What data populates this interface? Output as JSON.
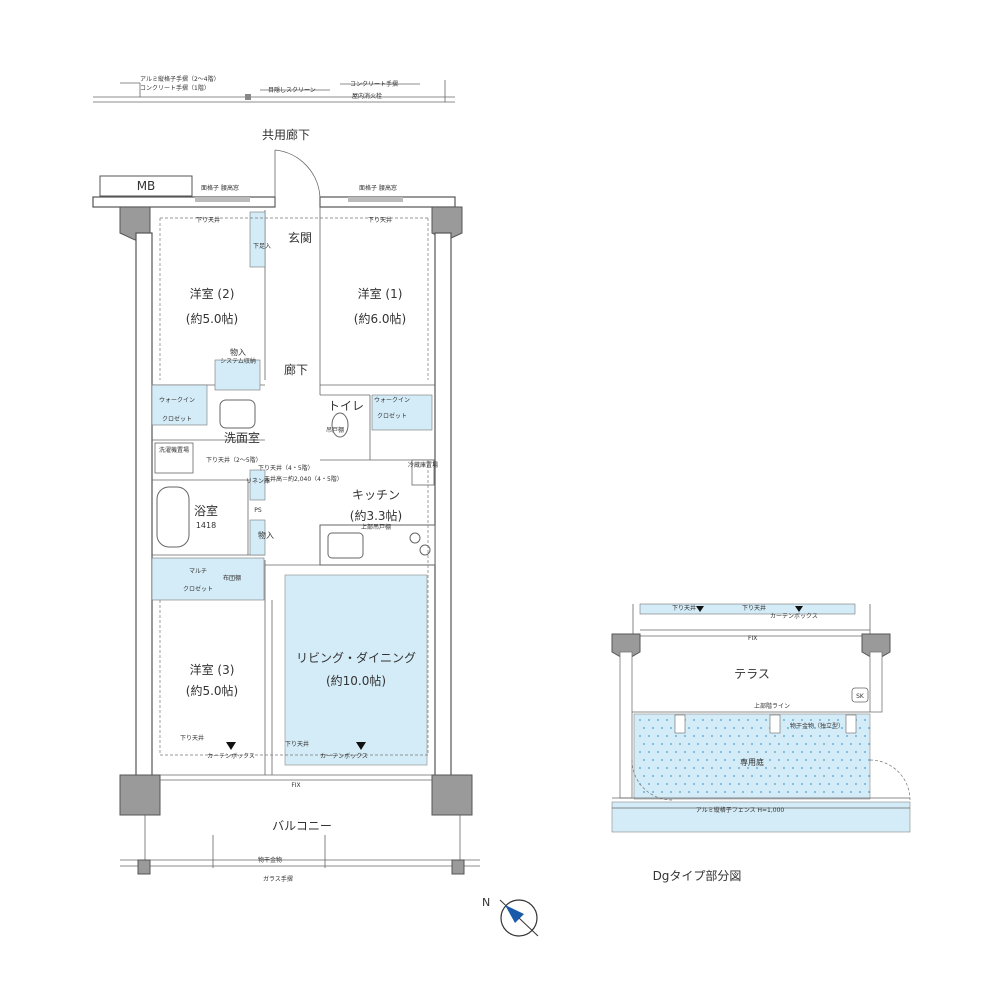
{
  "header": {
    "aluminum_railing": "アルミ縦格子手摺（2～4階）",
    "concrete_railing_1f": "コンクリート手摺（1階）",
    "screen": "目隠しスクリーン",
    "concrete_railing": "コンクリート手摺",
    "hydrant": "屋内消火栓"
  },
  "plan": {
    "corridor": "共用廊下",
    "mb": "MB",
    "window_grille_left": "面格子\n腰高窓",
    "window_grille_right": "面格子\n腰高窓",
    "entrance": "玄関",
    "shoe_box": "下足入",
    "bedroom2": "洋室 (2)",
    "bedroom2_size": "(約5.0帖)",
    "bedroom1": "洋室 (1)",
    "bedroom1_size": "(約6.0帖)",
    "hallway": "廊下",
    "storage": "物入",
    "storage_note": "システム収納",
    "walkin_left": "ウォークイン",
    "closet_left": "クロゼット",
    "washroom": "洗面室",
    "toilet": "トイレ",
    "toilet_shelf": "吊戸棚",
    "walkin_right": "ウォークイン",
    "closet_right": "クロゼット",
    "fridge": "冷蔵庫置場",
    "laundry": "洗濯機置場",
    "bath": "浴室",
    "bath_size": "1418",
    "linen": "リネン庫",
    "ps": "PS",
    "kitchen": "キッチン",
    "kitchen_size": "(約3.3帖)",
    "kitchen_shelf": "上部吊戸棚",
    "storage2": "物入",
    "multi": "マルチ",
    "multi_closet": "クロゼット",
    "futon": "布団棚",
    "living": "リビング・ダイニング",
    "living_size": "(約10.0帖)",
    "bedroom3": "洋室 (3)",
    "bedroom3_size": "(約5.0帖)",
    "curtain_box": "カーテンボックス",
    "drop_ceiling": "下り天井",
    "drop_ceiling_2_5": "下り天井（2～5階）",
    "drop_ceiling_4_5": "下り天井（4・5階）",
    "ceiling_height": "天井高＝約2,040（4・5階）",
    "fix": "FIX",
    "balcony": "バルコニー",
    "dryer": "物干金物",
    "glass_railing": "ガラス手摺",
    "north": "N"
  },
  "partial": {
    "title": "Dgタイプ部分図",
    "terrace": "テラス",
    "garden": "専用庭",
    "sk": "SK",
    "fence": "アルミ縦格子フェンス H=1,000",
    "drying": "物干金物（独立型）",
    "curtain": "カーテンボックス",
    "drop": "下り天井",
    "upper_floor_line": "上部階ライン",
    "fix": "FIX"
  }
}
